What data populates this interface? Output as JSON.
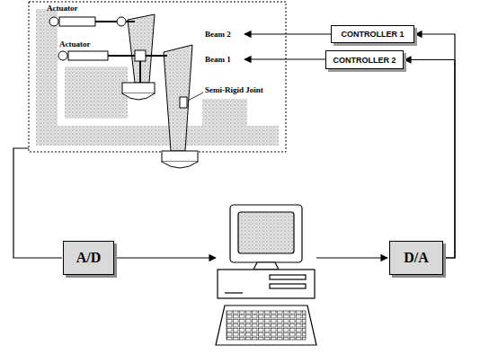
{
  "diagram": {
    "nodes": [
      {
        "text": [
          "CONTROLLER 1"
        ]
      },
      {
        "text": [
          "CONTROLLER 2"
        ]
      },
      {
        "text": [
          "A/D"
        ]
      },
      {
        "text": [
          "D/A"
        ]
      }
    ],
    "edges": [
      {
        "from": 3,
        "to": 0,
        "arrow": "to"
      },
      {
        "from": 3,
        "to": 1,
        "arrow": "to"
      }
    ],
    "labels": [
      "Actuator",
      "Beam 2",
      "Actuator",
      "Beam 1",
      "Semi-Rigid Joint"
    ]
  }
}
